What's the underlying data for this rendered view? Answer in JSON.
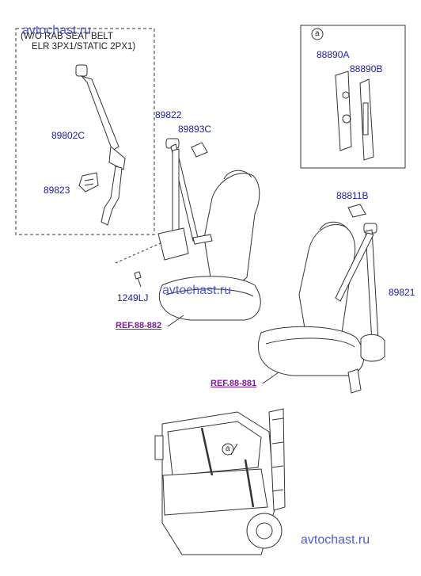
{
  "watermark": "avtochast.ru",
  "note": {
    "line1": "(W/O RAB SEAT BELT",
    "line2": "ELR 3PX1/STATIC 2PX1)"
  },
  "callout_marker": "a",
  "parts": {
    "p89802C": "89802C",
    "p89823": "89823",
    "p89822": "89822",
    "p89893C": "89893C",
    "p1249LJ": "1249LJ",
    "p88890A": "88890A",
    "p88890B": "88890B",
    "p88811B": "88811B",
    "p89821": "89821"
  },
  "refs": {
    "ref1": "REF.88-882",
    "ref2": "REF.88-881"
  }
}
